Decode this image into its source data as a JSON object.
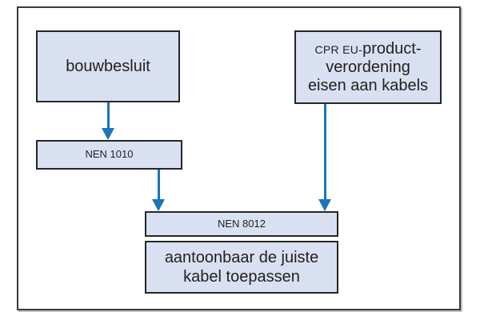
{
  "diagram": {
    "title": "NEN 8012 cable selection flowchart",
    "boxes": {
      "bouwbesluit": {
        "label": "bouwbesluit"
      },
      "cpr": {
        "prefix_small": "CPR EU-",
        "line1_rest": "product-",
        "line2": "verordening",
        "line3": "eisen aan kabels"
      },
      "nen1010": {
        "label": "NEN 1010"
      },
      "nen8012": {
        "label": "NEN 8012"
      },
      "conclusion": {
        "line1": "aantoonbaar de juiste",
        "line2": "kabel toepassen"
      }
    },
    "arrows": [
      {
        "name": "bouwbesluit-to-nen1010",
        "from": "bouwbesluit",
        "to": "nen1010"
      },
      {
        "name": "nen1010-to-nen8012",
        "from": "nen1010",
        "to": "nen8012"
      },
      {
        "name": "cpr-to-nen8012",
        "from": "cpr",
        "to": "nen8012"
      }
    ],
    "colors": {
      "box_fill": "#d9e0f1",
      "box_border": "#262626",
      "frame_border": "#3a3a3a",
      "arrow": "#1b74ba",
      "text": "#231f20",
      "background": "#ffffff"
    }
  }
}
